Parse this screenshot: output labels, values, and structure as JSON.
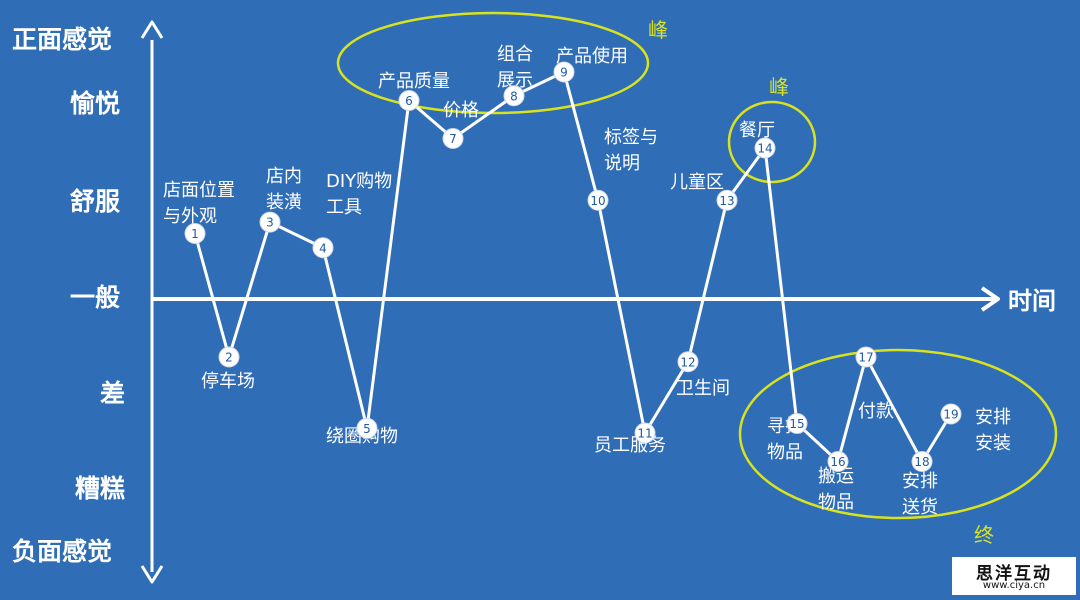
{
  "colors": {
    "background": "#2f6db6",
    "line": "#ffffff",
    "node_fill": "#ffffff",
    "node_text": "#1f5ba8",
    "highlight": "#d9e21f"
  },
  "y_axis": {
    "levels": [
      "正面感觉",
      "愉悦",
      "舒服",
      "一般",
      "差",
      "糟糕",
      "负面感觉"
    ]
  },
  "x_axis": {
    "label": "时间"
  },
  "points": [
    {
      "id": 1,
      "num": "1",
      "label": [
        "店面位置",
        "与外观"
      ],
      "level": 0.7
    },
    {
      "id": 2,
      "num": "2",
      "label": [
        "停车场"
      ],
      "level": -0.6
    },
    {
      "id": 3,
      "num": "3",
      "label": [
        "店内",
        "装潢"
      ],
      "level": 0.82
    },
    {
      "id": 4,
      "num": "4",
      "label": [
        "DIY购物",
        "工具"
      ],
      "level": 0.55
    },
    {
      "id": 5,
      "num": "5",
      "label": [
        "绕圈购物"
      ],
      "level": -1.35
    },
    {
      "id": 6,
      "num": "6",
      "label": [
        "产品质量"
      ],
      "level": 2.1
    },
    {
      "id": 7,
      "num": "7",
      "label": [
        "价格"
      ],
      "level": 1.7
    },
    {
      "id": 8,
      "num": "8",
      "label": [
        "组合",
        "展示"
      ],
      "level": 2.15
    },
    {
      "id": 9,
      "num": "9",
      "label": [
        "产品使用"
      ],
      "level": 2.4
    },
    {
      "id": 10,
      "num": "10",
      "label": [
        "标签与",
        "说明"
      ],
      "level": 1.05
    },
    {
      "id": 11,
      "num": "11",
      "label": [
        "员工服务"
      ],
      "level": -1.4
    },
    {
      "id": 12,
      "num": "12",
      "label": [
        "卫生间"
      ],
      "level": -0.65
    },
    {
      "id": 13,
      "num": "13",
      "label": [
        "儿童区"
      ],
      "level": 1.05
    },
    {
      "id": 14,
      "num": "14",
      "label": [
        "餐厅"
      ],
      "level": 1.6
    },
    {
      "id": 15,
      "num": "15",
      "label": [
        "寻找",
        "物品"
      ],
      "level": -1.3
    },
    {
      "id": 16,
      "num": "16",
      "label": [
        "搬运",
        "物品"
      ],
      "level": -1.7
    },
    {
      "id": 17,
      "num": "17",
      "label": [
        "付款"
      ],
      "level": -0.6
    },
    {
      "id": 18,
      "num": "18",
      "label": [
        "安排",
        "送货"
      ],
      "level": -1.7
    },
    {
      "id": 19,
      "num": "19",
      "label": [
        "安排",
        "安装"
      ],
      "level": -1.2
    }
  ],
  "annotations": [
    {
      "id": "peak1",
      "text": "峰"
    },
    {
      "id": "peak2",
      "text": "峰"
    },
    {
      "id": "end",
      "text": "终"
    }
  ],
  "watermark": {
    "brand": "思洋互动",
    "site": "www.ciya.cn"
  }
}
